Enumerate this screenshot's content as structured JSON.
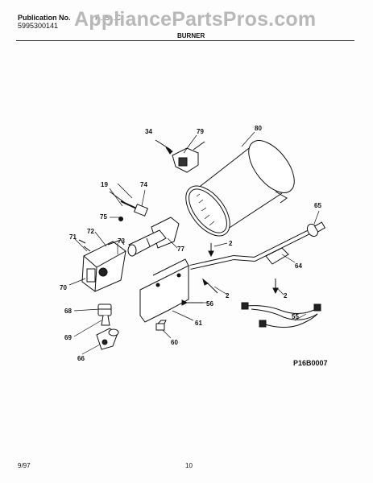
{
  "header": {
    "publication_label": "Publication No.",
    "publication_number": "5995300141",
    "model_code": "F...S...C",
    "watermark": "AppliancePartsPros.com",
    "section_title": "BURNER"
  },
  "diagram": {
    "code": "P16B0007",
    "callouts": [
      "34",
      "79",
      "80",
      "19",
      "74",
      "75",
      "71",
      "72",
      "73",
      "70",
      "77",
      "2",
      "65",
      "64",
      "2",
      "56",
      "2",
      "68",
      "69",
      "61",
      "55",
      "66",
      "60"
    ]
  },
  "footer": {
    "date": "9/97",
    "page": "10"
  }
}
